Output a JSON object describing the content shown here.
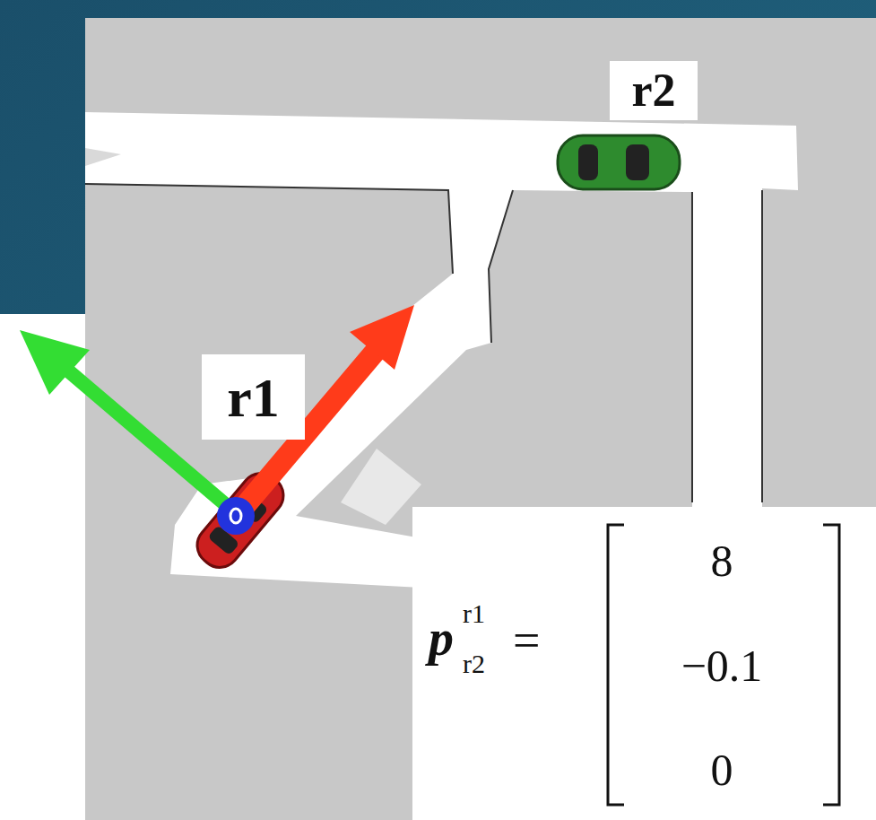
{
  "diagram": {
    "nodes": [
      {
        "text": [
          "r2"
        ]
      },
      {
        "text": [
          "r1"
        ]
      },
      {
        "text": [
          "p",
          "r1",
          "r2",
          "=",
          "8",
          "−0.1",
          "0"
        ]
      }
    ]
  }
}
